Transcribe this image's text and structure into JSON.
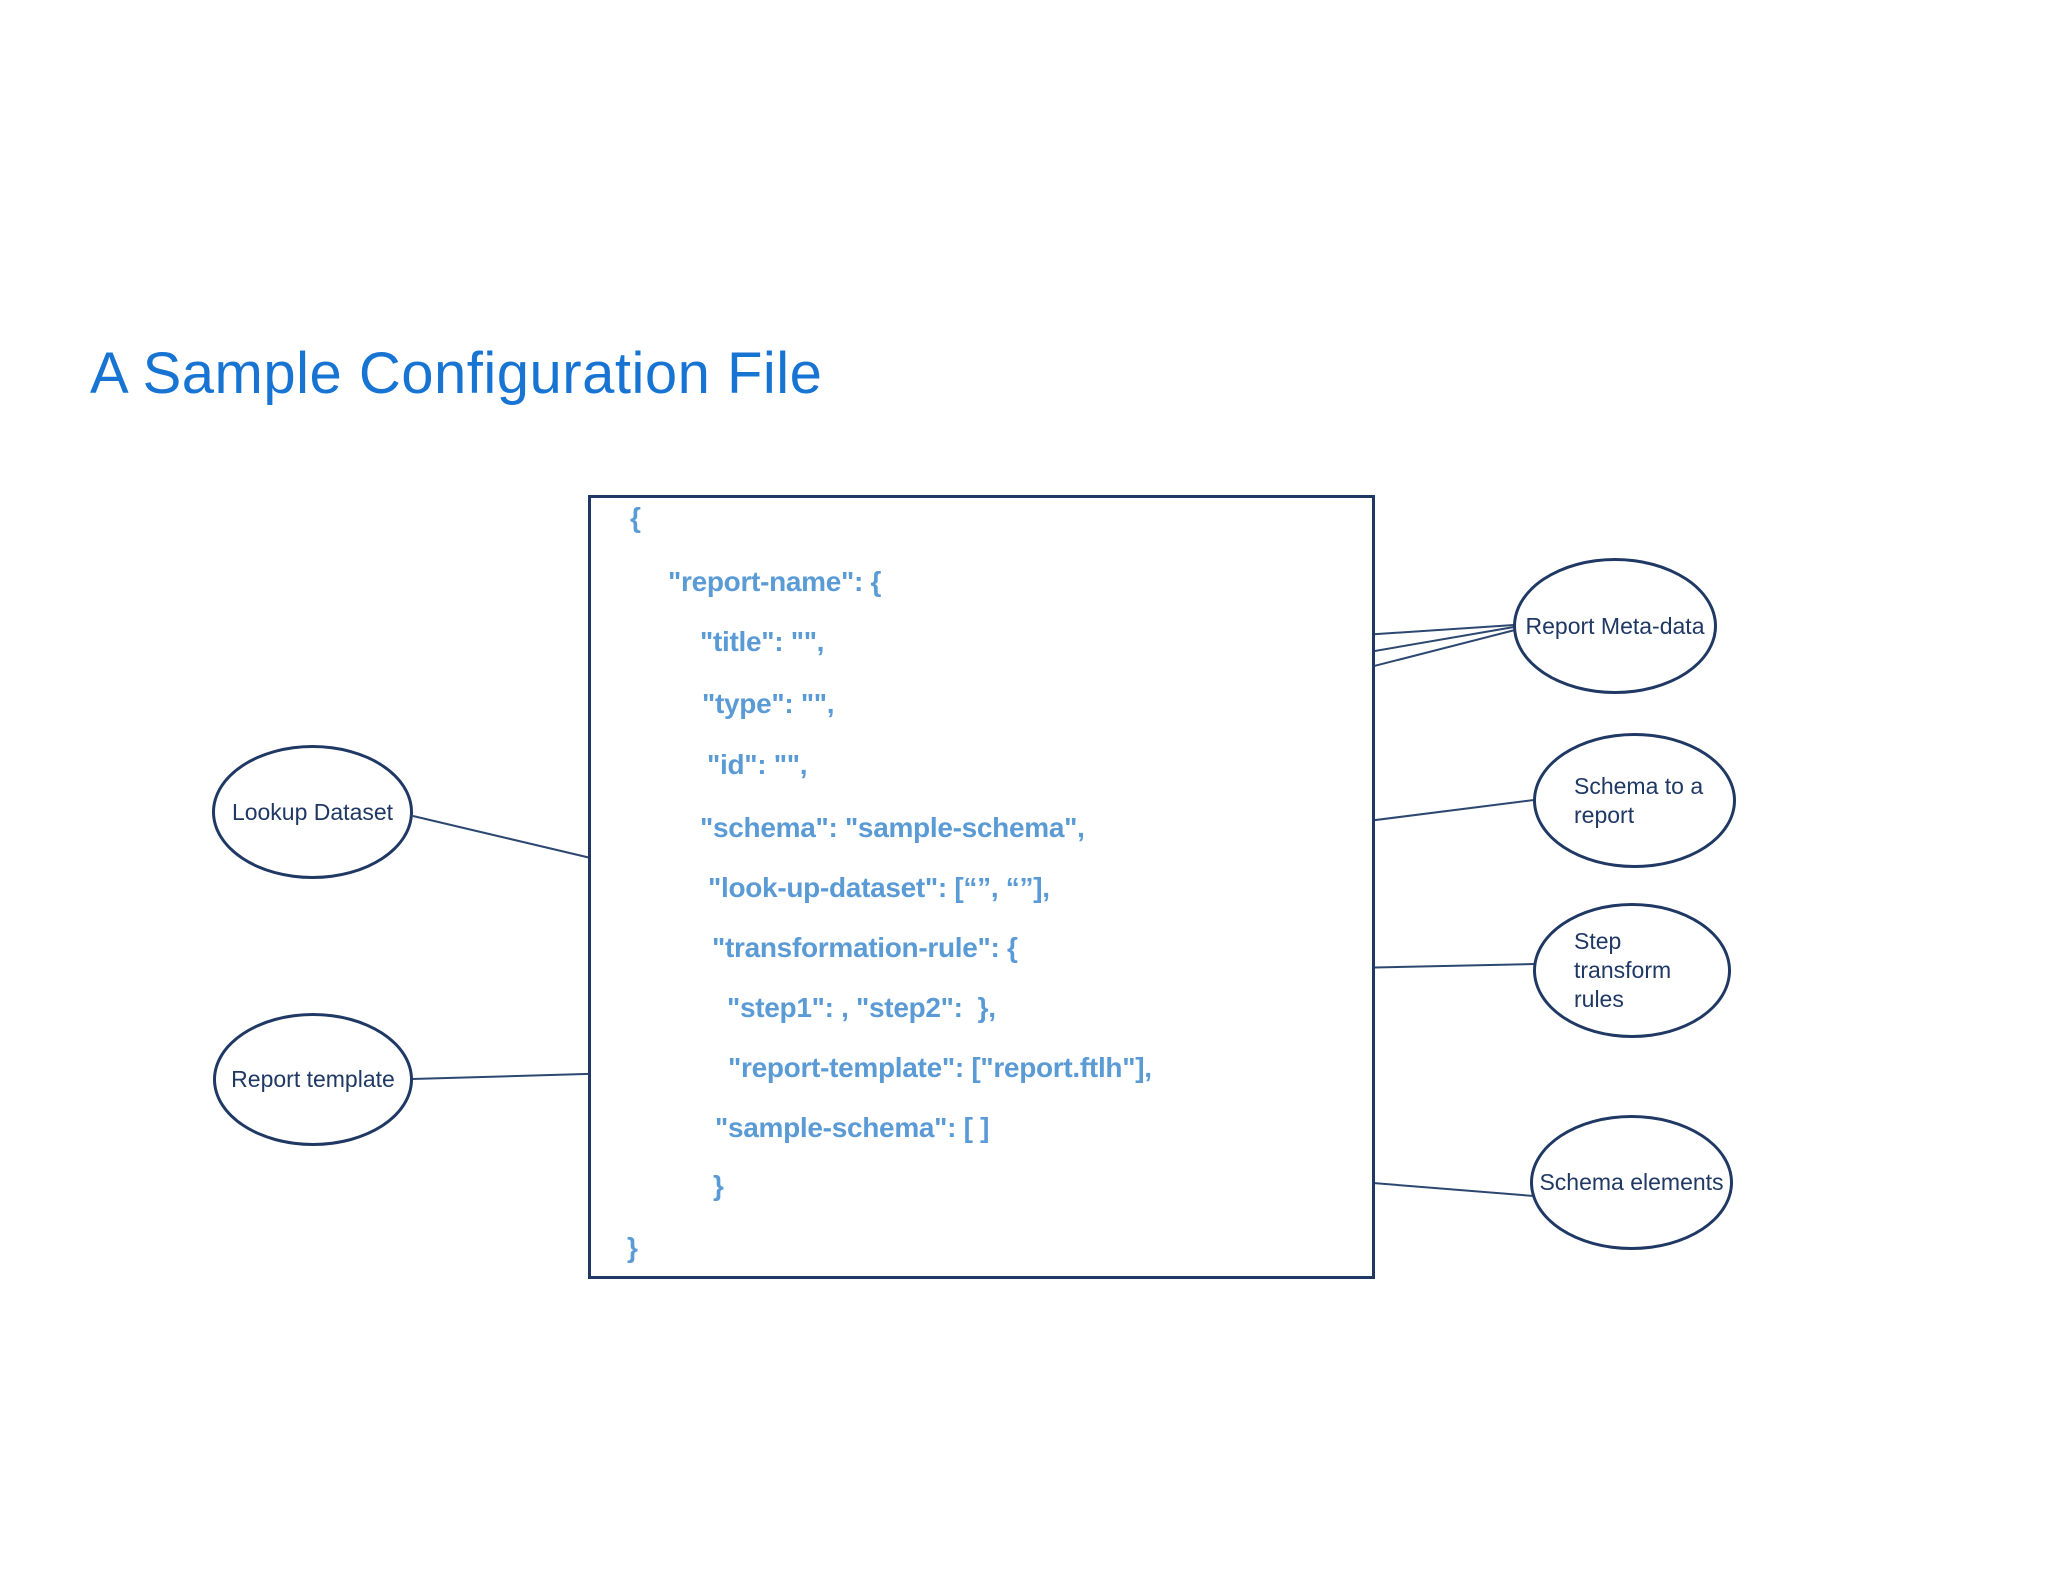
{
  "slide": {
    "title": "A Sample Configuration File"
  },
  "colors": {
    "title_blue": "#1874D2",
    "code_blue": "#5B9BD5",
    "shape_navy": "#1F3864",
    "connector_navy": "#2C4770",
    "background": "#FFFFFF"
  },
  "code_block": {
    "lines": [
      "{",
      "\"report-name\": {",
      "\"title\": \"\",",
      "\"type\": \"\",",
      "\"id\": \"\",",
      "\"schema\": \"sample-schema\",",
      "\"look-up-dataset\": [“”, “”],",
      "\"transformation-rule\": {",
      "\"step1\": , \"step2\":  },",
      "\"report-template\": [\"report.ftlh\"],",
      "\"sample-schema\": [ ]",
      "}",
      "}"
    ]
  },
  "callouts": {
    "report_meta_data": "Report Meta-data",
    "schema_to_report": "Schema to a report",
    "step_transform_rules": "Step transform rules",
    "schema_elements": "Schema elements",
    "lookup_dataset": "Lookup Dataset",
    "report_template": "Report template"
  }
}
